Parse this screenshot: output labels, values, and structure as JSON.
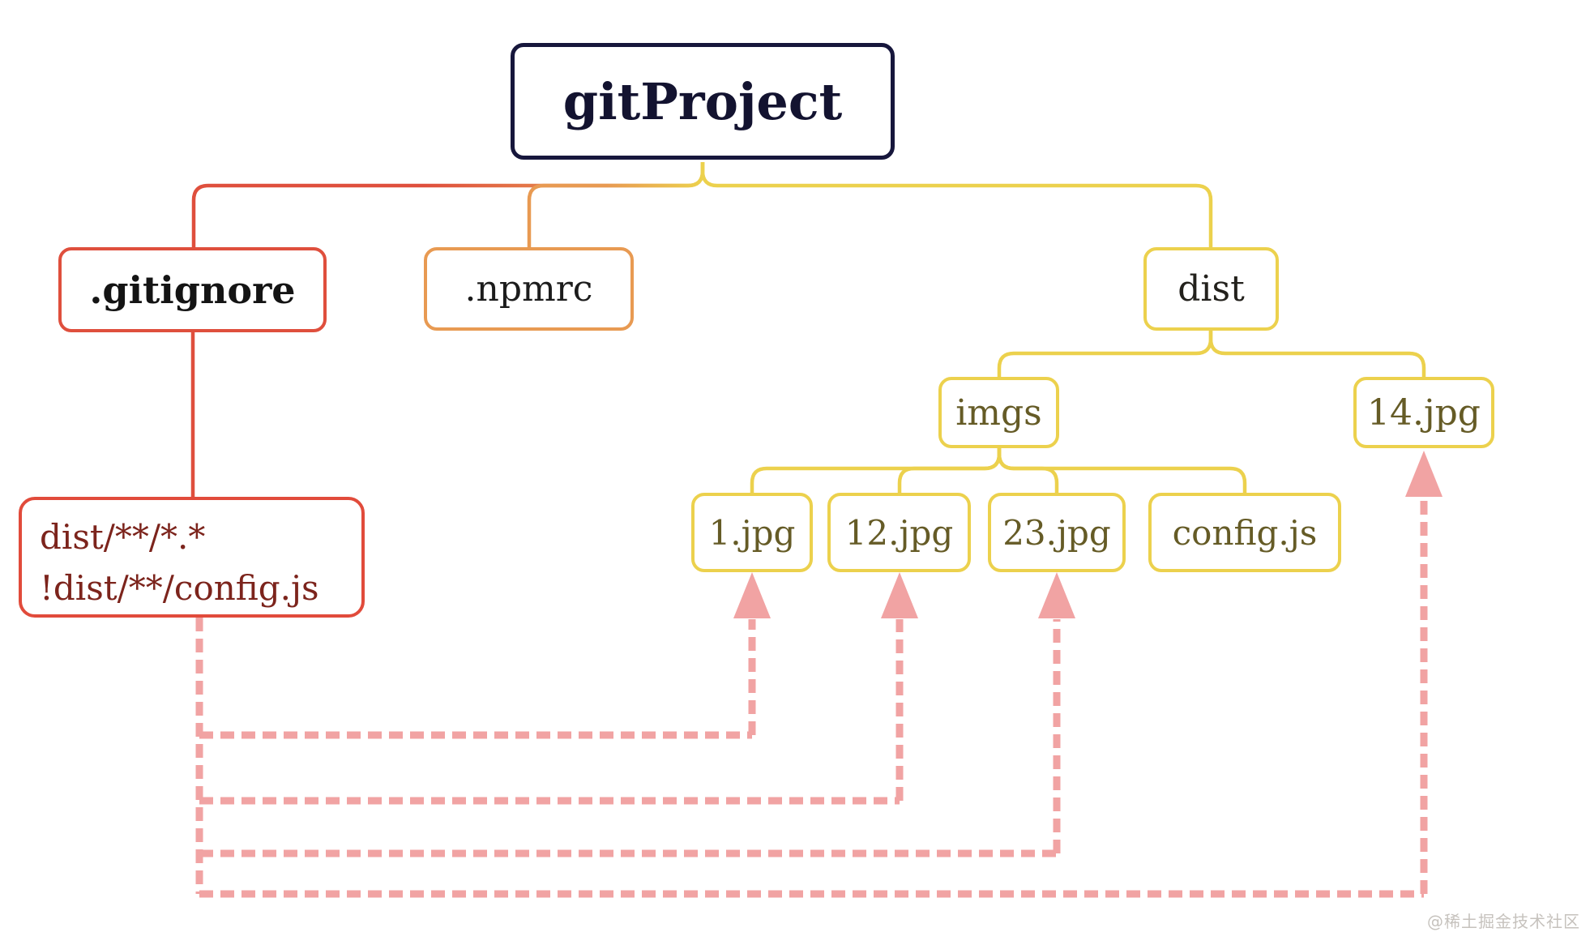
{
  "diagram": {
    "nodes": {
      "root": "gitProject",
      "gitignore": ".gitignore",
      "npmrc": ".npmrc",
      "dist": "dist",
      "imgs": "imgs",
      "jpg14": "14.jpg",
      "jpg1": "1.jpg",
      "jpg12": "12.jpg",
      "jpg23": "23.jpg",
      "configjs": "config.js"
    },
    "note": {
      "line1": "dist/**/*.*",
      "line2": "!dist/**/config.js"
    },
    "colors": {
      "root_border": "#17173c",
      "gitignore_red": "#df4f3d",
      "npmrc_orange": "#e89a52",
      "tree_yellow": "#ecd14d",
      "ignore_arrow_pink": "#f1a3a3",
      "note_text": "#7c241c",
      "leaf_text": "#655b26"
    }
  },
  "watermark": "@稀土掘金技术社区"
}
